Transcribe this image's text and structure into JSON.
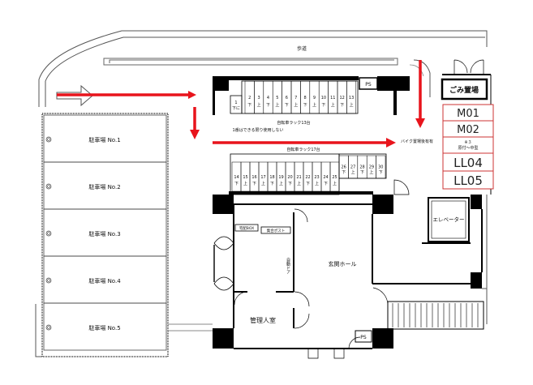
{
  "labels": {
    "sidewalk": "歩道",
    "garbage": "ごみ置場",
    "ps_top": "PS",
    "ps_bottom": "PS",
    "elevator": "エレベーター",
    "entrance_hall": "玄関ホール",
    "management_room": "管理人室",
    "delivery_box": "宅配BOX",
    "mailbox": "集合ポスト",
    "auto_door": "自動ドア",
    "bike_rack_13": "自転車ラック13台",
    "bike_rack_17": "自転車ラック17台",
    "upper_spaces_note": "1番はできる限り使用しない",
    "motorbike_note": "バイク置場後有有",
    "bike_1_line1": "1",
    "bike_1_line2": "下に"
  },
  "parking": [
    {
      "label": "駐車場 No.1"
    },
    {
      "label": "駐車場 No.2"
    },
    {
      "label": "駐車場 No.3"
    },
    {
      "label": "駐車場 No.4"
    },
    {
      "label": "駐車場 No.5"
    }
  ],
  "bike_upper": [
    {
      "n": "2",
      "pos": "下"
    },
    {
      "n": "3",
      "pos": "上"
    },
    {
      "n": "4",
      "pos": "下"
    },
    {
      "n": "5",
      "pos": "上"
    },
    {
      "n": "6",
      "pos": "下"
    },
    {
      "n": "7",
      "pos": "上"
    },
    {
      "n": "8",
      "pos": "下"
    },
    {
      "n": "9",
      "pos": "上"
    },
    {
      "n": "10",
      "pos": "下"
    },
    {
      "n": "11",
      "pos": "上"
    },
    {
      "n": "12",
      "pos": "下"
    },
    {
      "n": "13",
      "pos": "上"
    }
  ],
  "bike_lower_left": [
    {
      "n": "14",
      "pos": "下"
    },
    {
      "n": "15",
      "pos": "上"
    },
    {
      "n": "16",
      "pos": "下"
    },
    {
      "n": "17",
      "pos": "上"
    },
    {
      "n": "18",
      "pos": "下"
    },
    {
      "n": "19",
      "pos": "上"
    },
    {
      "n": "20",
      "pos": "下"
    },
    {
      "n": "21",
      "pos": "上"
    },
    {
      "n": "22",
      "pos": "下"
    },
    {
      "n": "23",
      "pos": "上"
    },
    {
      "n": "24",
      "pos": "下"
    },
    {
      "n": "25",
      "pos": "上"
    }
  ],
  "bike_lower_right": [
    {
      "n": "26",
      "pos": "下"
    },
    {
      "n": "27",
      "pos": "上"
    },
    {
      "n": "28",
      "pos": "下"
    },
    {
      "n": "29",
      "pos": "上"
    },
    {
      "n": "30",
      "pos": "下"
    }
  ],
  "moto": [
    {
      "label": "M01"
    },
    {
      "label": "M02"
    },
    {
      "label": "原付〜中型",
      "top": "※３"
    },
    {
      "label": "LL04"
    },
    {
      "label": "LL05"
    }
  ],
  "colors": {
    "arrow": "#e8141c",
    "moto_border": "#cc3333",
    "wall": "#000000",
    "parking_border": "#444444"
  }
}
